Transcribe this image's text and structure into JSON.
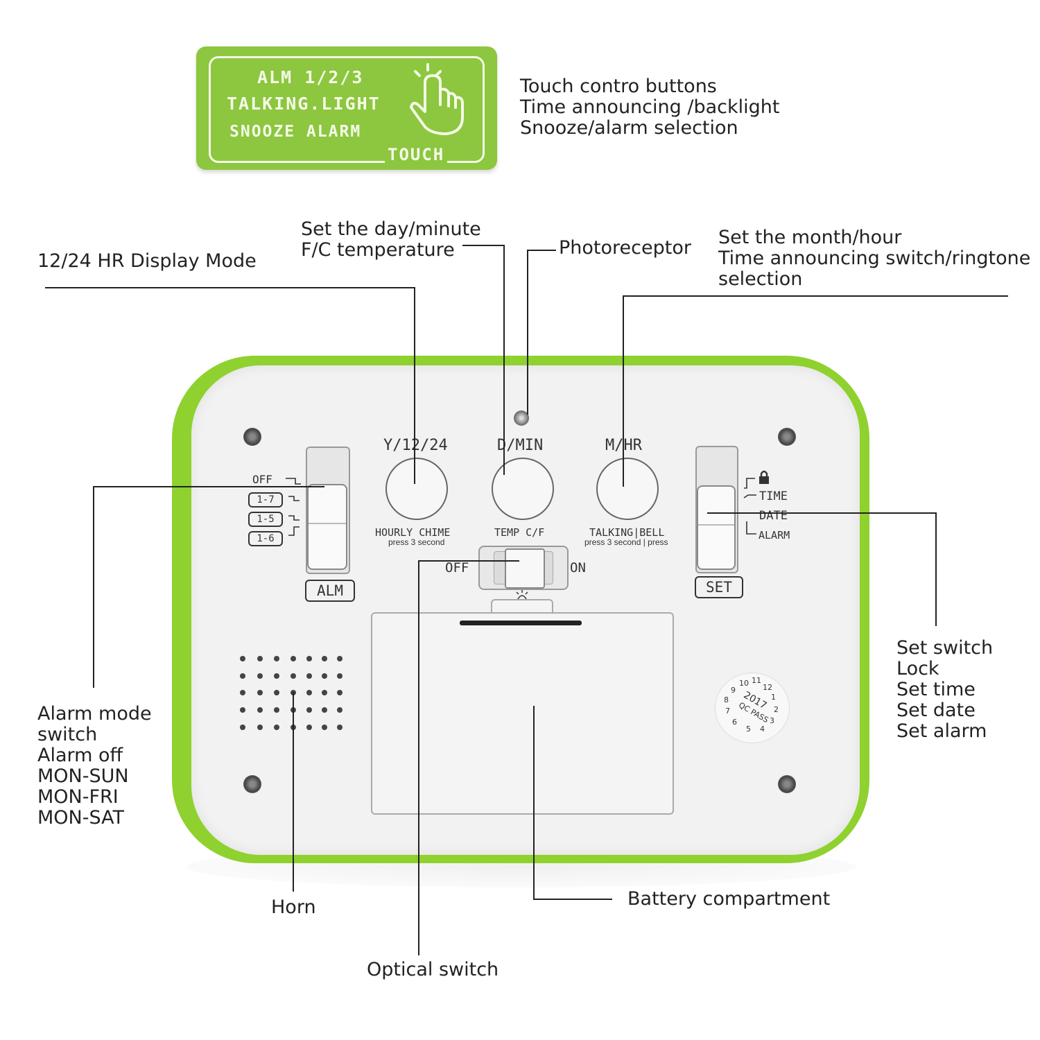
{
  "touch_panel": {
    "line1": "ALM 1/2/3",
    "line2": "TALKING.LIGHT",
    "line3": "SNOOZE ALARM",
    "line4": "TOUCH",
    "icon": "touch-hand-icon",
    "color": "#8dc63f"
  },
  "touch_caption": [
    "Touch contro buttons",
    "Time announcing /backlight",
    "Snooze/alarm selection"
  ],
  "callouts": {
    "display_mode": "12/24 HR Display Mode",
    "day_minute": [
      "Set the day/minute",
      "F/C temperature"
    ],
    "photoreceptor": "Photoreceptor",
    "month_hour": [
      "Set the month/hour",
      "Time announcing switch/ringtone",
      "selection"
    ],
    "alarm_mode": [
      "Alarm mode",
      "switch",
      "Alarm off",
      "MON-SUN",
      "MON-FRI",
      "MON-SAT"
    ],
    "set_switch": [
      "Set switch",
      "Lock",
      "Set time",
      "Set date",
      "Set alarm"
    ],
    "horn": "Horn",
    "battery": "Battery compartment",
    "optical": "Optical switch"
  },
  "device": {
    "body_color": "#8fd12e",
    "buttons": {
      "y": {
        "top": "Y/12/24",
        "bottom1": "HOURLY CHIME",
        "bottom2": "press 3 second"
      },
      "d": {
        "top": "D/MIN",
        "bottom1": "TEMP C/F"
      },
      "m": {
        "top": "M/HR",
        "bottom1": "TALKING|BELL",
        "bottom2": "press 3 second | press"
      }
    },
    "alm_switch": {
      "options": [
        "OFF",
        "1-7",
        "1-5",
        "1-6"
      ],
      "label": "ALM"
    },
    "set_switch": {
      "options": [
        "TIME",
        "DATE",
        "ALARM"
      ],
      "label": "SET",
      "lock_icon": "lock-icon"
    },
    "optical_switch": {
      "off": "OFF",
      "on": "ON",
      "icon": "light-icon"
    },
    "stamp": {
      "year": "2017",
      "text": "QC PASS",
      "months": [
        "10",
        "11",
        "12",
        "1",
        "2",
        "3",
        "4",
        "5",
        "6",
        "7",
        "8",
        "9"
      ]
    }
  }
}
